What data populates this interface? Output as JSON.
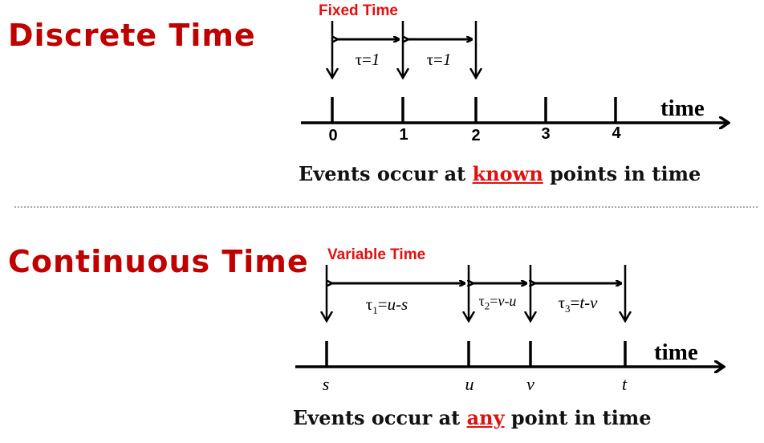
{
  "discrete": {
    "title": "Discrete Time",
    "subtitle": "Fixed Time",
    "intervals": [
      {
        "label": "τ=",
        "value": "1"
      },
      {
        "label": "τ=",
        "value": "1"
      }
    ],
    "ticks": [
      "0",
      "1",
      "2",
      "3",
      "4"
    ],
    "axis_label": "time",
    "sentence_pre": "Events occur at ",
    "sentence_highlight": "known",
    "sentence_post": " points in time"
  },
  "continuous": {
    "title": "Continuous Time",
    "subtitle": "Variable Time",
    "intervals": [
      {
        "tau": "τ",
        "sub": "1",
        "eq": "=",
        "expr": "u-s"
      },
      {
        "tau": "τ",
        "sub": "2",
        "eq": "=",
        "expr": "v-u"
      },
      {
        "tau": "τ",
        "sub": "3",
        "eq": "=",
        "expr": "t-v"
      }
    ],
    "ticks": [
      "s",
      "u",
      "v",
      "t"
    ],
    "axis_label": "time",
    "sentence_pre": "Events occur at ",
    "sentence_highlight": "any",
    "sentence_post": " point in time"
  },
  "colors": {
    "title": "#c00000",
    "accent": "#e01010"
  }
}
